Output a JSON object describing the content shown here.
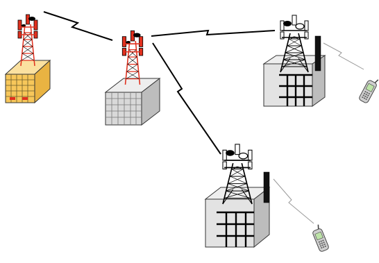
{
  "diagram": {
    "nodes": [
      {
        "name": "site-1",
        "building_style": "yellow-office",
        "tower_style": "red-white-lattice"
      },
      {
        "name": "site-2",
        "building_style": "gray-office",
        "tower_style": "red-white-lattice"
      },
      {
        "name": "site-3",
        "building_style": "gray-warehouse",
        "tower_style": "black-lattice"
      },
      {
        "name": "site-4",
        "building_style": "gray-warehouse",
        "tower_style": "black-lattice"
      }
    ],
    "links": [
      {
        "from": "site-1",
        "to": "site-2",
        "type": "radio-link"
      },
      {
        "from": "site-2",
        "to": "site-3",
        "type": "radio-link"
      },
      {
        "from": "site-2",
        "to": "site-4",
        "type": "radio-link"
      },
      {
        "from": "site-3",
        "to": "phone-1",
        "type": "wireless"
      },
      {
        "from": "site-4",
        "to": "phone-2",
        "type": "wireless"
      }
    ],
    "devices": [
      {
        "name": "phone-1",
        "icon": "mobile-phone-icon"
      },
      {
        "name": "phone-2",
        "icon": "mobile-phone-icon"
      }
    ],
    "colors": {
      "red_tower": "#e0301e",
      "yellow_building": "#f7c75a",
      "gray_building": "#d9d9d9",
      "phone_screen": "#bde3a8",
      "link": "#000000"
    }
  }
}
